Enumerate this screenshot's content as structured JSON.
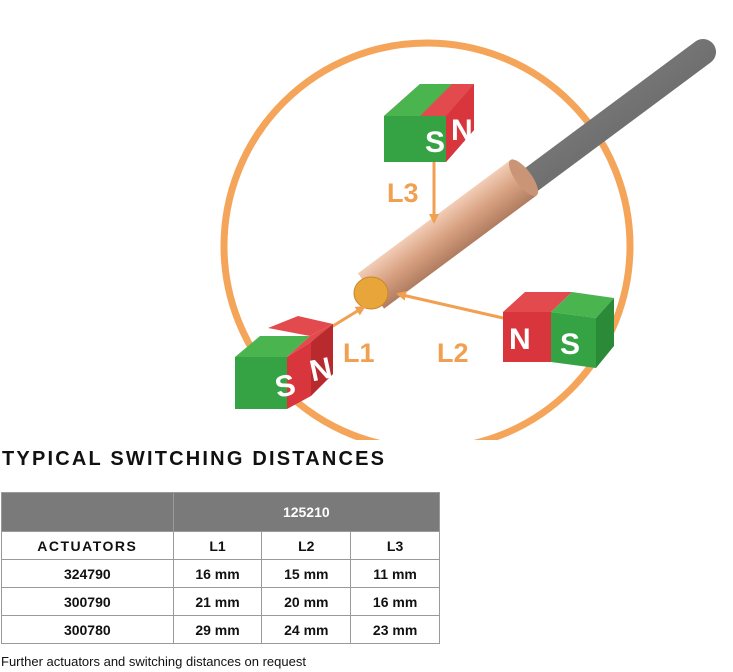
{
  "diagram": {
    "labels": {
      "l1": "L1",
      "l2": "L2",
      "l3": "L3"
    },
    "magnets": {
      "top": [
        "S",
        "N"
      ],
      "right": [
        "N",
        "S"
      ],
      "left": [
        "S",
        "N"
      ]
    },
    "colors": {
      "circle": "#f5a55a",
      "arrow": "#f0a050",
      "sensor_copper": "#d9a88a",
      "cable": "#6d6d6d",
      "sensor_face": "#e8a63a",
      "magnet_green": "#35a243",
      "magnet_red": "#d8363c"
    }
  },
  "section_title": "TYPICAL SWITCHING DISTANCES",
  "table": {
    "product": "125210",
    "columns": [
      "ACTUATORS",
      "L1",
      "L2",
      "L3"
    ],
    "rows": [
      [
        "324790",
        "16 mm",
        "15 mm",
        "11 mm"
      ],
      [
        "300790",
        "21 mm",
        "20 mm",
        "16 mm"
      ],
      [
        "300780",
        "29 mm",
        "24 mm",
        "23 mm"
      ]
    ]
  },
  "footnote": "Further actuators and switching distances on request"
}
